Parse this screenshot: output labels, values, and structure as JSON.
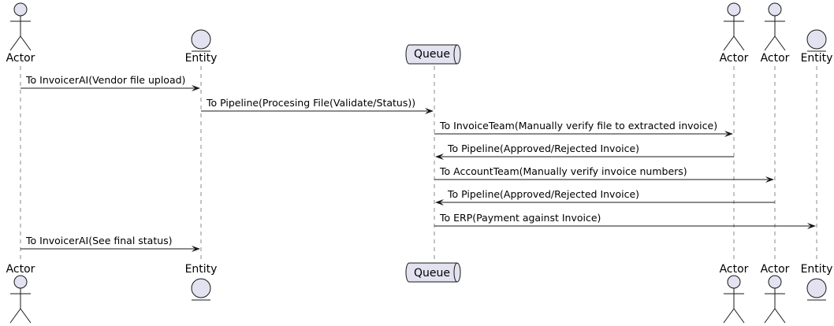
{
  "colors": {
    "participant_fill": "#e2e2f0",
    "stroke": "#181818",
    "lifeline": "#8a8a8a"
  },
  "participants": [
    {
      "id": "actor1",
      "type": "actor",
      "label": "Actor"
    },
    {
      "id": "entity1",
      "type": "entity",
      "label": "Entity"
    },
    {
      "id": "queue1",
      "type": "queue",
      "label": "Queue"
    },
    {
      "id": "actor2",
      "type": "actor",
      "label": "Actor"
    },
    {
      "id": "actor3",
      "type": "actor",
      "label": "Actor"
    },
    {
      "id": "entity2",
      "type": "entity",
      "label": "Entity"
    }
  ],
  "messages": [
    {
      "from": "actor1",
      "to": "entity1",
      "label": "To InvoicerAI(Vendor file upload)"
    },
    {
      "from": "entity1",
      "to": "queue1",
      "label": "To Pipeline(Procesing File(Validate/Status))"
    },
    {
      "from": "queue1",
      "to": "actor2",
      "label": "To InvoiceTeam(Manually verify file to extracted invoice)"
    },
    {
      "from": "actor2",
      "to": "queue1",
      "label": "To Pipeline(Approved/Rejected Invoice)"
    },
    {
      "from": "queue1",
      "to": "actor3",
      "label": "To AccountTeam(Manually verify invoice numbers)"
    },
    {
      "from": "actor3",
      "to": "queue1",
      "label": "To Pipeline(Approved/Rejected Invoice)"
    },
    {
      "from": "queue1",
      "to": "entity2",
      "label": "To ERP(Payment against Invoice)"
    },
    {
      "from": "actor1",
      "to": "entity1",
      "label": "To InvoicerAI(See final status)"
    }
  ]
}
